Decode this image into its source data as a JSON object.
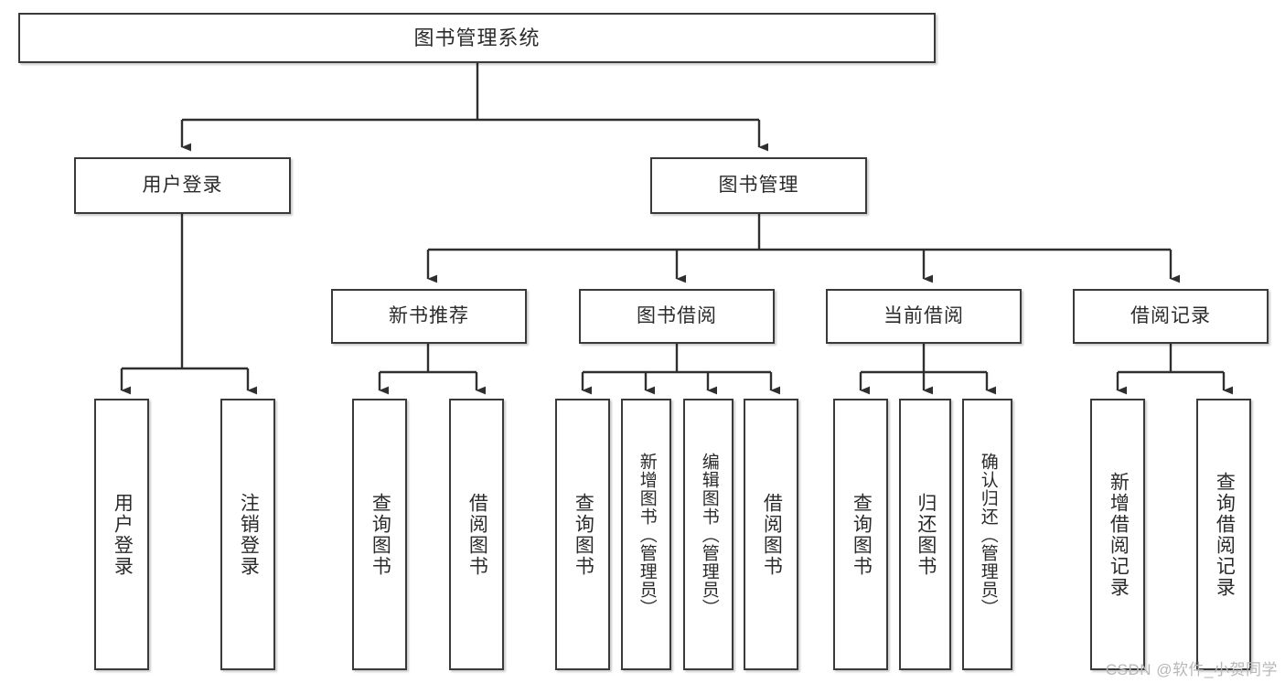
{
  "diagram": {
    "title_box": {
      "label": "图书管理系统"
    },
    "style": {
      "border_color": "#3a3a3a",
      "background_color": "#ffffff",
      "text_color": "#2b2b2b",
      "watermark_color": "#b7b7b7"
    },
    "level2": [
      {
        "id": "user-login",
        "label": "用户登录"
      },
      {
        "id": "book-management",
        "label": "图书管理"
      }
    ],
    "level3": [
      {
        "id": "new-book-recommend",
        "label": "新书推荐"
      },
      {
        "id": "book-borrow",
        "label": "图书借阅"
      },
      {
        "id": "current-borrow",
        "label": "当前借阅"
      },
      {
        "id": "borrow-record",
        "label": "借阅记录"
      }
    ],
    "leaves": [
      {
        "id": "leaf-user-login",
        "parent": "user-login",
        "label": "用户登录"
      },
      {
        "id": "leaf-logout-login",
        "parent": "user-login",
        "label": "注销登录"
      },
      {
        "id": "leaf-query-book-1",
        "parent": "new-book-recommend",
        "label": "查询图书"
      },
      {
        "id": "leaf-borrow-book-1",
        "parent": "new-book-recommend",
        "label": "借阅图书"
      },
      {
        "id": "leaf-query-book-2",
        "parent": "book-borrow",
        "label": "查询图书"
      },
      {
        "id": "leaf-add-book",
        "parent": "book-borrow",
        "label": "新增图书（管理员）"
      },
      {
        "id": "leaf-edit-book",
        "parent": "book-borrow",
        "label": "编辑图书（管理员）"
      },
      {
        "id": "leaf-borrow-book-2",
        "parent": "book-borrow",
        "label": "借阅图书"
      },
      {
        "id": "leaf-query-book-3",
        "parent": "current-borrow",
        "label": "查询图书"
      },
      {
        "id": "leaf-return-book",
        "parent": "current-borrow",
        "label": "归还图书"
      },
      {
        "id": "leaf-confirm-return",
        "parent": "current-borrow",
        "label": "确认归还（管理员）"
      },
      {
        "id": "leaf-add-record",
        "parent": "borrow-record",
        "label": "新增借阅记录"
      },
      {
        "id": "leaf-query-record",
        "parent": "borrow-record",
        "label": "查询借阅记录"
      }
    ],
    "watermark": {
      "text": "CSDN @软件_小贺同学"
    }
  }
}
